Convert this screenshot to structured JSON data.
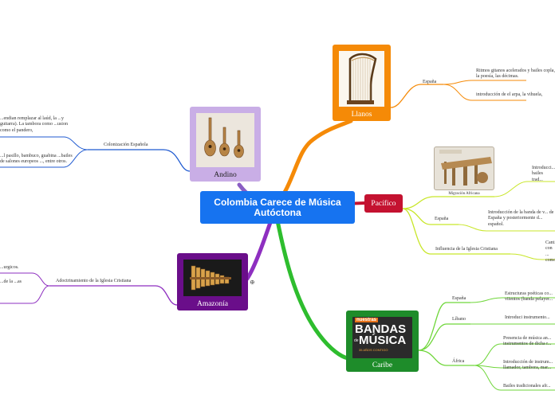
{
  "central": {
    "title": "Colombia Carece de Música Autóctona"
  },
  "regions": {
    "llanos": {
      "label": "Llanos",
      "color": "#f58a07",
      "branch": "España",
      "leaves": [
        "Ritmos gitanos acelerados y bailes copla, la poesía, las décimas.",
        "introducción de el arpa, la vihuela,"
      ]
    },
    "pacifico": {
      "label": "Pacífico",
      "color": "#c41230",
      "line_color": "#c8e629",
      "image_caption": "Migración Africana",
      "branches": [
        {
          "label": "Migración Africana",
          "text": "Introducci... bailes trad..."
        },
        {
          "label": "España",
          "text": "Introducción de la banda de v... de España y posteriormente d... español."
        },
        {
          "label": "Influencia de la Iglesia Cristiana",
          "text": "Cant... con ... como..."
        }
      ]
    },
    "caribe": {
      "label": "Caribe",
      "color": "#1e8c2a",
      "line_color": "#6fd63a",
      "logo": {
        "top": "nuestras",
        "main1": "BANDAS",
        "main2": "MÚSICA",
        "de": "de",
        "tag": "35 AÑOS CONTIGO"
      },
      "branches": [
        {
          "label": "España",
          "leaves": [
            "Estructuras poéticas co... viientos (banda pelayer..."
          ]
        },
        {
          "label": "Líbano",
          "leaves": [
            "Introduci instrumento..."
          ]
        },
        {
          "label": "África",
          "leaves": [
            "Presencia de música an... instrumentos de dicha r...",
            "Introducción de instrum... llamador, tambora, mar...",
            "Bailes tradicionales afr..."
          ]
        }
      ]
    },
    "andino": {
      "label": "Andino",
      "color": "#8a5ec4",
      "line_color": "#1f5ad1",
      "branch": "Colonización Española",
      "leaves": [
        "...endian remplazar al laúd, la ...y guitarra). La tambora como ...usion como el pandero,",
        "...l pasillo, bambuco, guabina ...bailes de salones europeos ..., entre otros."
      ]
    },
    "amazonia": {
      "label": "Amazonía",
      "color": "#6a0e8a",
      "line_color": "#8e2fc0",
      "branch": "Adoctrinamiento de la Iglesia Cristiana",
      "leaves": [
        "...urgicos.",
        "...de la ...as"
      ]
    }
  }
}
